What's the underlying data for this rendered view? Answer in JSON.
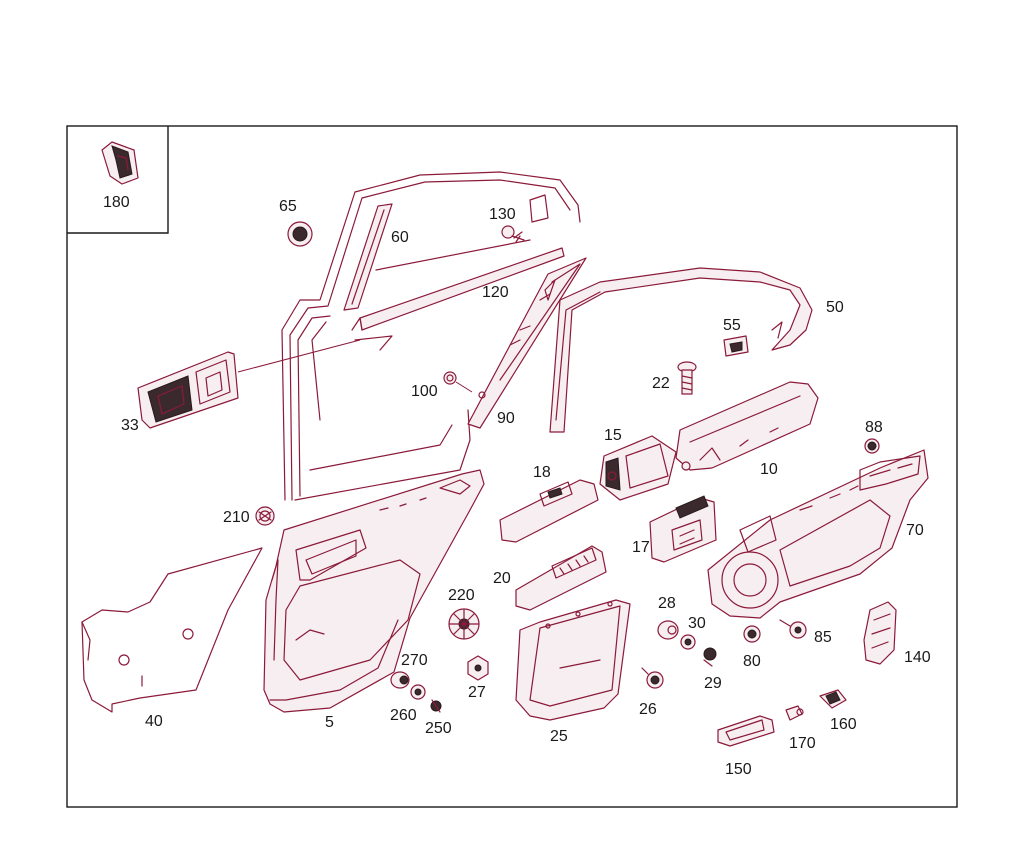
{
  "labels": {
    "p180": "180",
    "p65": "65",
    "p60": "60",
    "p130": "130",
    "p120": "120",
    "p50": "50",
    "p55": "55",
    "p22": "22",
    "p33": "33",
    "p100": "100",
    "p90": "90",
    "p15": "15",
    "p10": "10",
    "p88": "88",
    "p18": "18",
    "p210": "210",
    "p17": "17",
    "p70": "70",
    "p20": "20",
    "p220": "220",
    "p28": "28",
    "p30": "30",
    "p85": "85",
    "p270": "270",
    "p80": "80",
    "p140": "140",
    "p27": "27",
    "p29": "29",
    "p260": "260",
    "p40": "40",
    "p5": "5",
    "p250": "250",
    "p26": "26",
    "p160": "160",
    "p25": "25",
    "p170": "170",
    "p150": "150"
  }
}
